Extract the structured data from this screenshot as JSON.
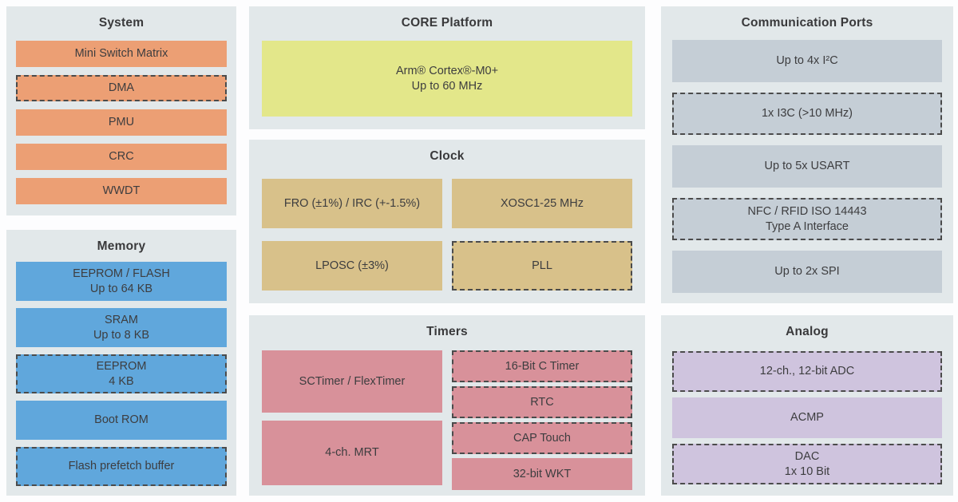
{
  "colors": {
    "page_bg": "#fdfdfe",
    "panel_bg": "#e2e8ea",
    "title_text": "#39393b",
    "block_text": "#3d3d3f",
    "dashed_border": "#4b4b4b",
    "system": "#ec9f74",
    "memory": "#60a7dc",
    "core": "#e3e78a",
    "clock": "#d8c18a",
    "timers": "#d8919a",
    "comm": "#c5ced6",
    "analog": "#cfc4de"
  },
  "panels": {
    "system": {
      "title": "System",
      "blocks": [
        {
          "label": "Mini Switch Matrix",
          "dashed": false
        },
        {
          "label": "DMA",
          "dashed": true
        },
        {
          "label": "PMU",
          "dashed": false
        },
        {
          "label": "CRC",
          "dashed": false
        },
        {
          "label": "WWDT",
          "dashed": false
        }
      ]
    },
    "memory": {
      "title": "Memory",
      "blocks": [
        {
          "label": "EEPROM / FLASH\nUp to 64 KB",
          "dashed": false
        },
        {
          "label": "SRAM\nUp to 8 KB",
          "dashed": false
        },
        {
          "label": "EEPROM\n4 KB",
          "dashed": true
        },
        {
          "label": "Boot ROM",
          "dashed": false
        },
        {
          "label": "Flash prefetch buffer",
          "dashed": true
        }
      ]
    },
    "core": {
      "title": "CORE Platform",
      "blocks": [
        {
          "label": "Arm® Cortex®-M0+\nUp to 60 MHz",
          "dashed": false
        }
      ]
    },
    "clock": {
      "title": "Clock",
      "blocks": [
        {
          "label": "FRO (±1%) / IRC (+-1.5%)",
          "dashed": false
        },
        {
          "label": "XOSC1-25 MHz",
          "dashed": false
        },
        {
          "label": "LPOSC (±3%)",
          "dashed": false
        },
        {
          "label": "PLL",
          "dashed": true
        }
      ]
    },
    "timers": {
      "title": "Timers",
      "left_blocks": [
        {
          "label": "SCTimer / FlexTimer",
          "dashed": false
        },
        {
          "label": "4-ch. MRT",
          "dashed": false
        }
      ],
      "right_blocks": [
        {
          "label": "16-Bit C Timer",
          "dashed": true
        },
        {
          "label": "RTC",
          "dashed": true
        },
        {
          "label": "CAP Touch",
          "dashed": true
        },
        {
          "label": "32-bit WKT",
          "dashed": false
        }
      ]
    },
    "comm": {
      "title": "Communication Ports",
      "blocks": [
        {
          "label": "Up to 4x I²C",
          "dashed": false
        },
        {
          "label": "1x I3C (>10 MHz)",
          "dashed": true
        },
        {
          "label": "Up to 5x USART",
          "dashed": false
        },
        {
          "label": "NFC / RFID ISO 14443\nType A Interface",
          "dashed": true
        },
        {
          "label": "Up to 2x SPI",
          "dashed": false
        }
      ]
    },
    "analog": {
      "title": "Analog",
      "blocks": [
        {
          "label": "12-ch., 12-bit ADC",
          "dashed": true
        },
        {
          "label": "ACMP",
          "dashed": false
        },
        {
          "label": "DAC\n1x 10 Bit",
          "dashed": true
        }
      ]
    }
  }
}
